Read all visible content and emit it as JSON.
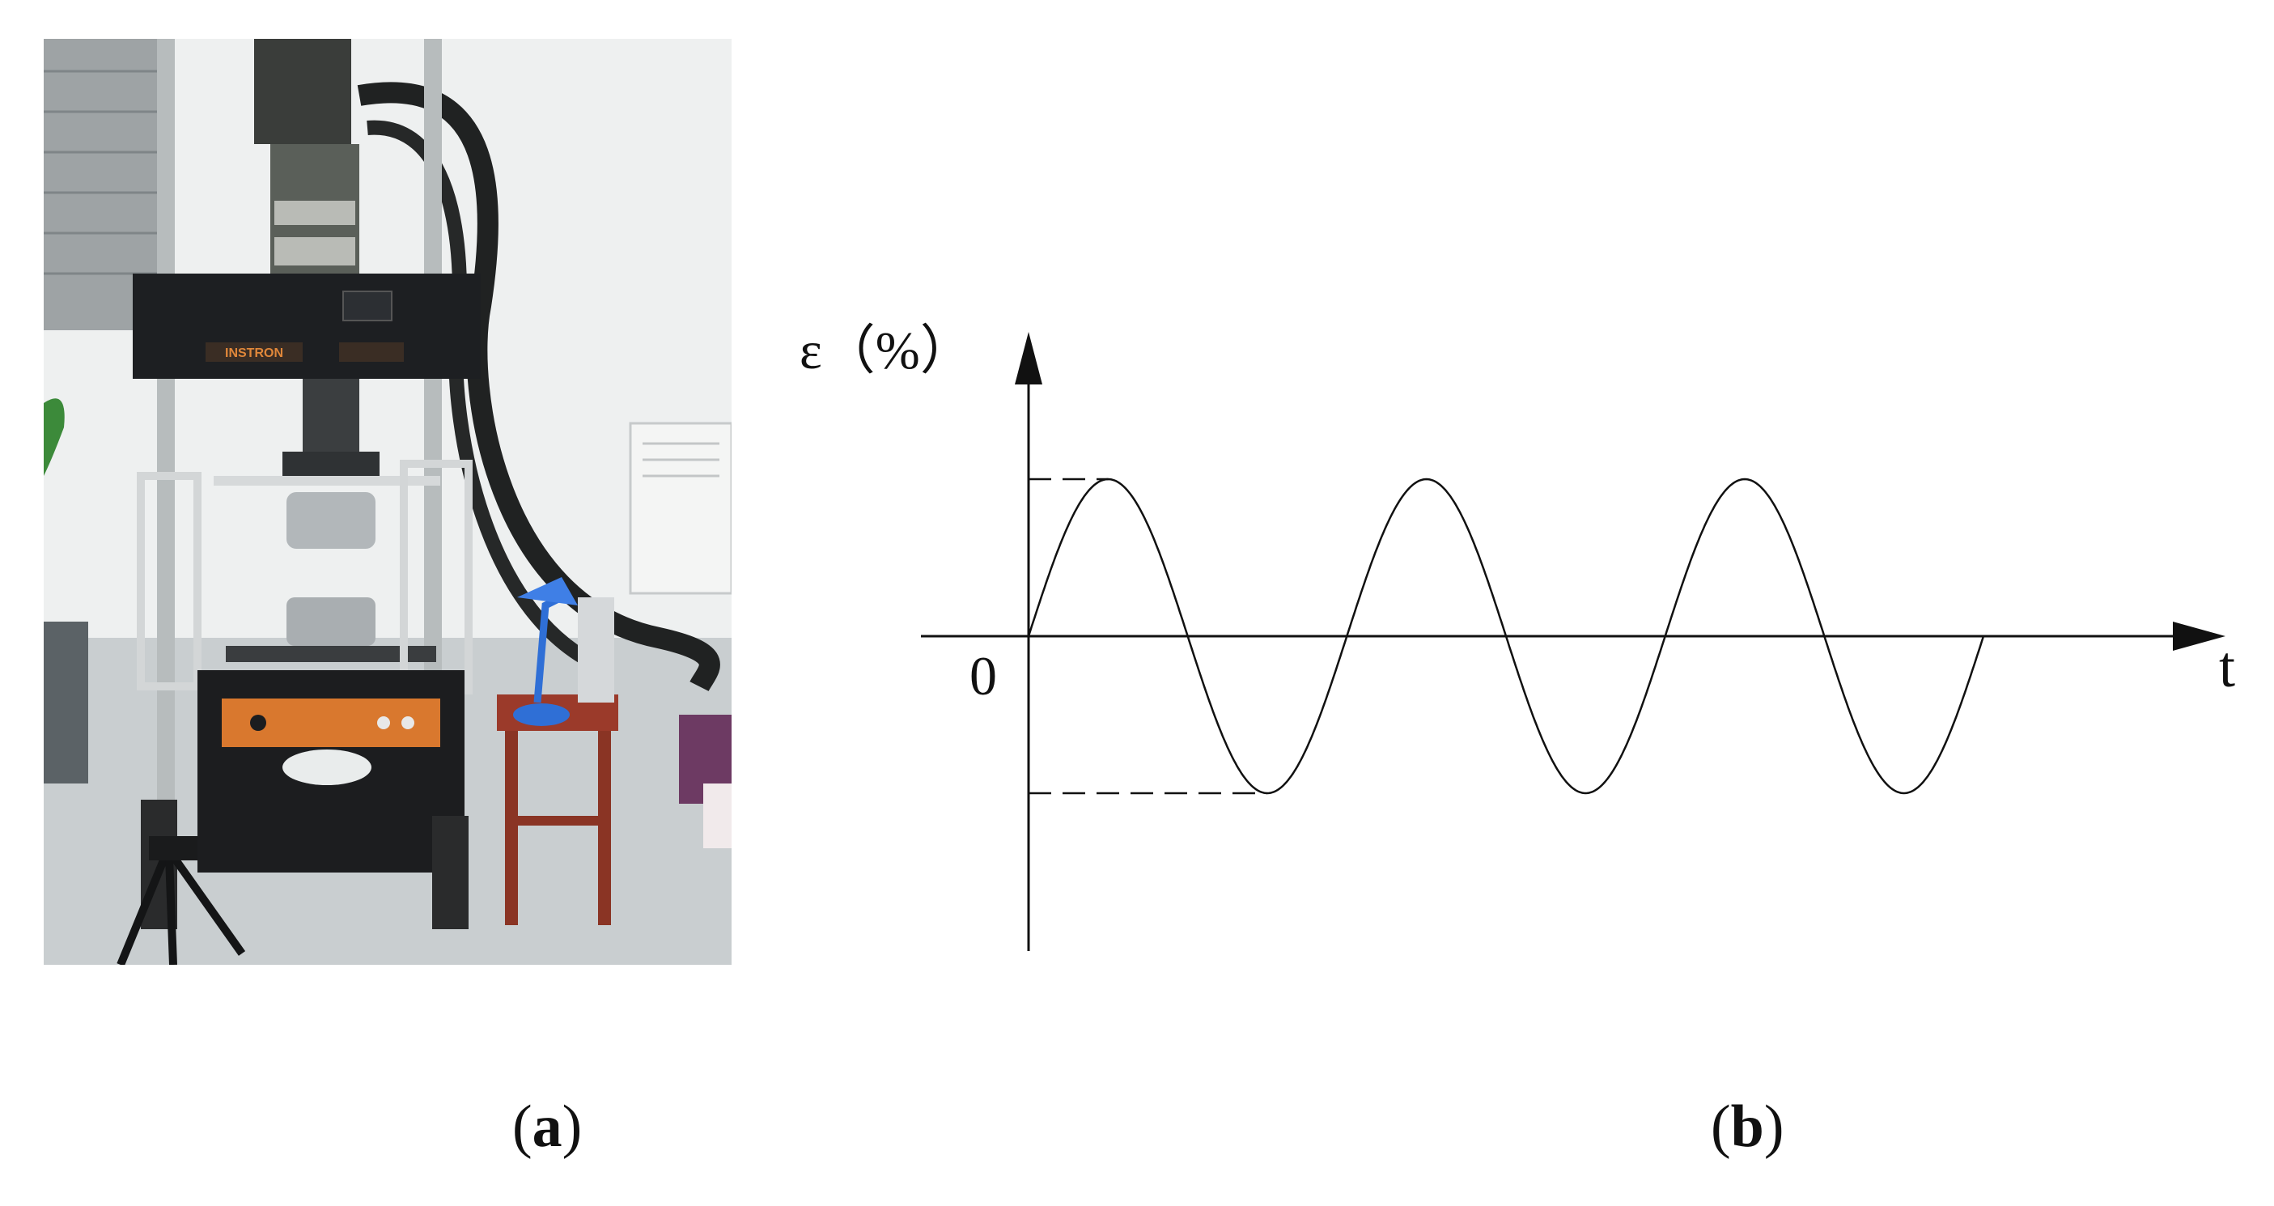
{
  "panels": {
    "a": {
      "caption_open": "(",
      "caption_letter": "a",
      "caption_close": ")"
    },
    "b": {
      "caption_open": "(",
      "caption_letter": "b",
      "caption_close": ")"
    }
  },
  "photo": {
    "machine_brand_label": "INSTRON",
    "colors": {
      "wall": "#eef0f0",
      "floor": "#c9ced0",
      "frame": "#1d1f22",
      "orange_panel": "#d9782e",
      "stool": "#9b3a2a",
      "lamp": "#2f6fd6"
    }
  },
  "chart_data": {
    "type": "line",
    "ylabel": "ε（%）",
    "xlabel": "t",
    "origin_label": "0",
    "cycles": 3,
    "x_range": [
      0,
      3
    ],
    "y_range": [
      -1,
      1
    ],
    "series": [
      {
        "shape": "sine",
        "amplitude": 1,
        "periods": 3
      }
    ],
    "reference_lines": [
      "peak",
      "trough"
    ],
    "grid": false,
    "ticks": false
  }
}
